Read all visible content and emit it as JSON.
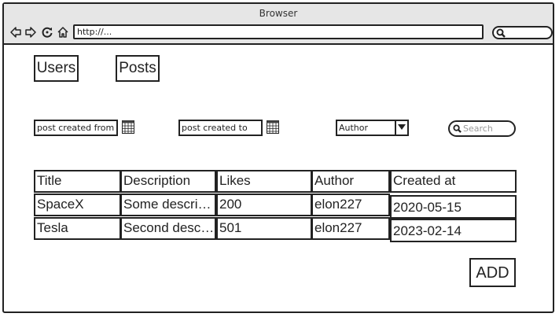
{
  "browser": {
    "title": "Browser",
    "url": "http://...",
    "icons": [
      "back-icon",
      "forward-icon",
      "reload-icon",
      "home-icon",
      "search-icon"
    ]
  },
  "nav": {
    "users_label": "Users",
    "posts_label": "Posts"
  },
  "filters": {
    "created_from_placeholder": "post created from",
    "created_to_placeholder": "post created to",
    "author_selected": "Author",
    "search_placeholder": "Search"
  },
  "table": {
    "headers": [
      "Title",
      "Description",
      "Likes",
      "Author",
      "Created at"
    ],
    "rows": [
      [
        "SpaceX",
        "Some description",
        "200",
        "elon227",
        "2020-05-15"
      ],
      [
        "Tesla",
        "Second description",
        "501",
        "elon227",
        "2023-02-14"
      ]
    ]
  },
  "actions": {
    "add_label": "ADD"
  }
}
